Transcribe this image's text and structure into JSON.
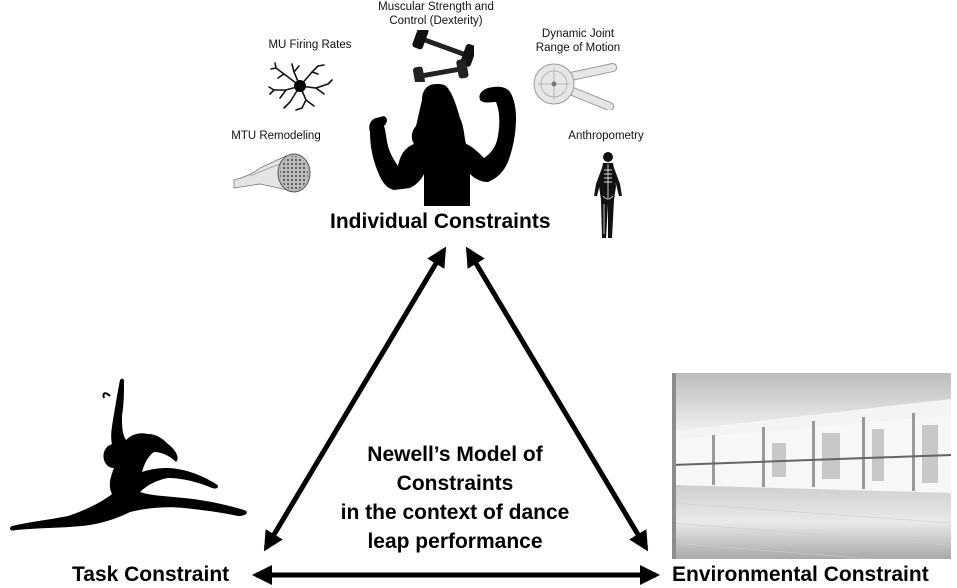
{
  "individual": {
    "title": "Individual Constraints",
    "factors": {
      "strength": "Muscular Strength and Control (Dexterity)",
      "mu_firing": "MU Firing Rates",
      "rom": "Dynamic Joint Range of Motion",
      "mtu": "MTU Remodeling",
      "anthro": "Anthropometry"
    }
  },
  "task": {
    "title": "Task Constraint"
  },
  "environment": {
    "title": "Environmental Constraint"
  },
  "center": {
    "line1": "Newell’s Model of",
    "line2": "Constraints",
    "line3": "in the context of dance",
    "line4": "leap performance"
  },
  "icons": [
    "dumbbell-icon",
    "neuron-icon",
    "goniometer-icon",
    "muscle-fiber-icon",
    "skeleton-figure-icon",
    "flexing-woman-silhouette",
    "dancer-leap-silhouette",
    "dance-studio-photo"
  ]
}
